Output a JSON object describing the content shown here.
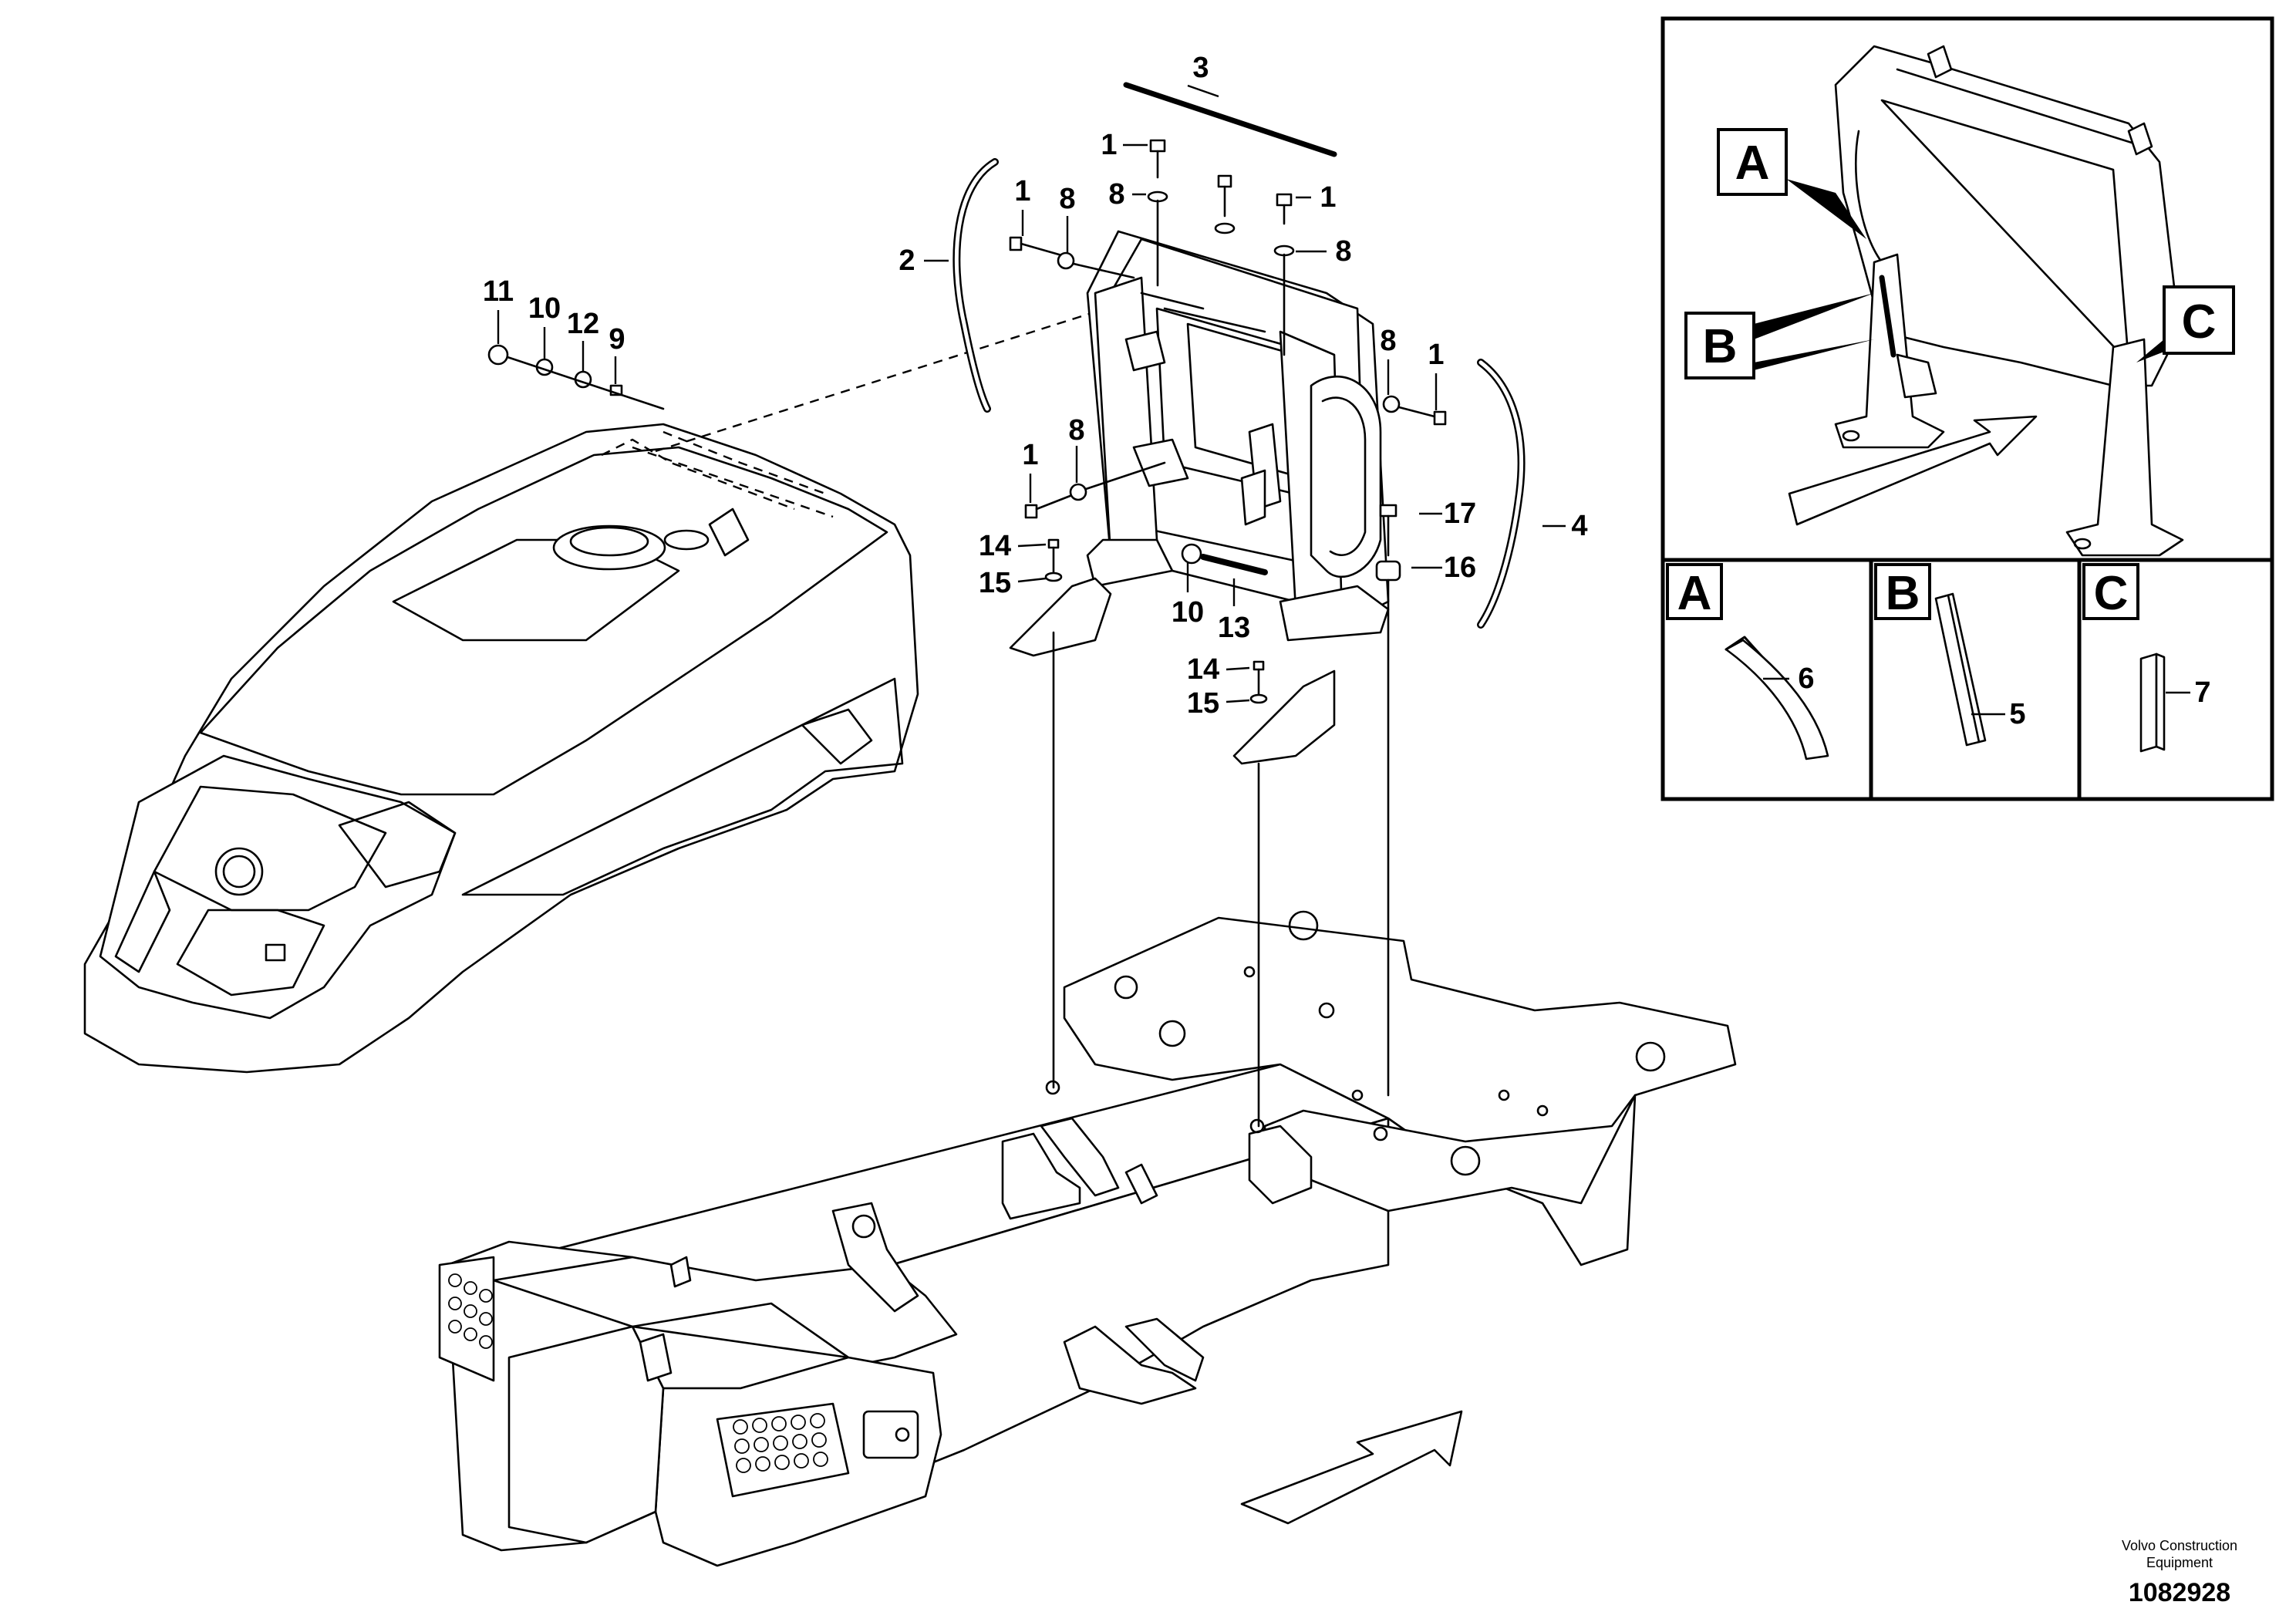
{
  "labels": {
    "l1a": "1",
    "l1b": "1",
    "l1c": "1",
    "l1d": "1",
    "l1e": "1",
    "l2": "2",
    "l3": "3",
    "l4": "4",
    "l8a": "8",
    "l8b": "8",
    "l8c": "8",
    "l8d": "8",
    "l8e": "8",
    "l9": "9",
    "l10a": "10",
    "l10b": "10",
    "l11": "11",
    "l12": "12",
    "l13": "13",
    "l14a": "14",
    "l14b": "14",
    "l15a": "15",
    "l15b": "15",
    "l16": "16",
    "l17": "17"
  },
  "inset": {
    "callout_a": "A",
    "callout_b": "B",
    "callout_c": "C",
    "detail_a": {
      "letter": "A",
      "part": "6"
    },
    "detail_b": {
      "letter": "B",
      "part": "5"
    },
    "detail_c": {
      "letter": "C",
      "part": "7"
    }
  },
  "credit": {
    "line1": "Volvo Construction",
    "line2": "Equipment"
  },
  "doc_number": "1082928"
}
